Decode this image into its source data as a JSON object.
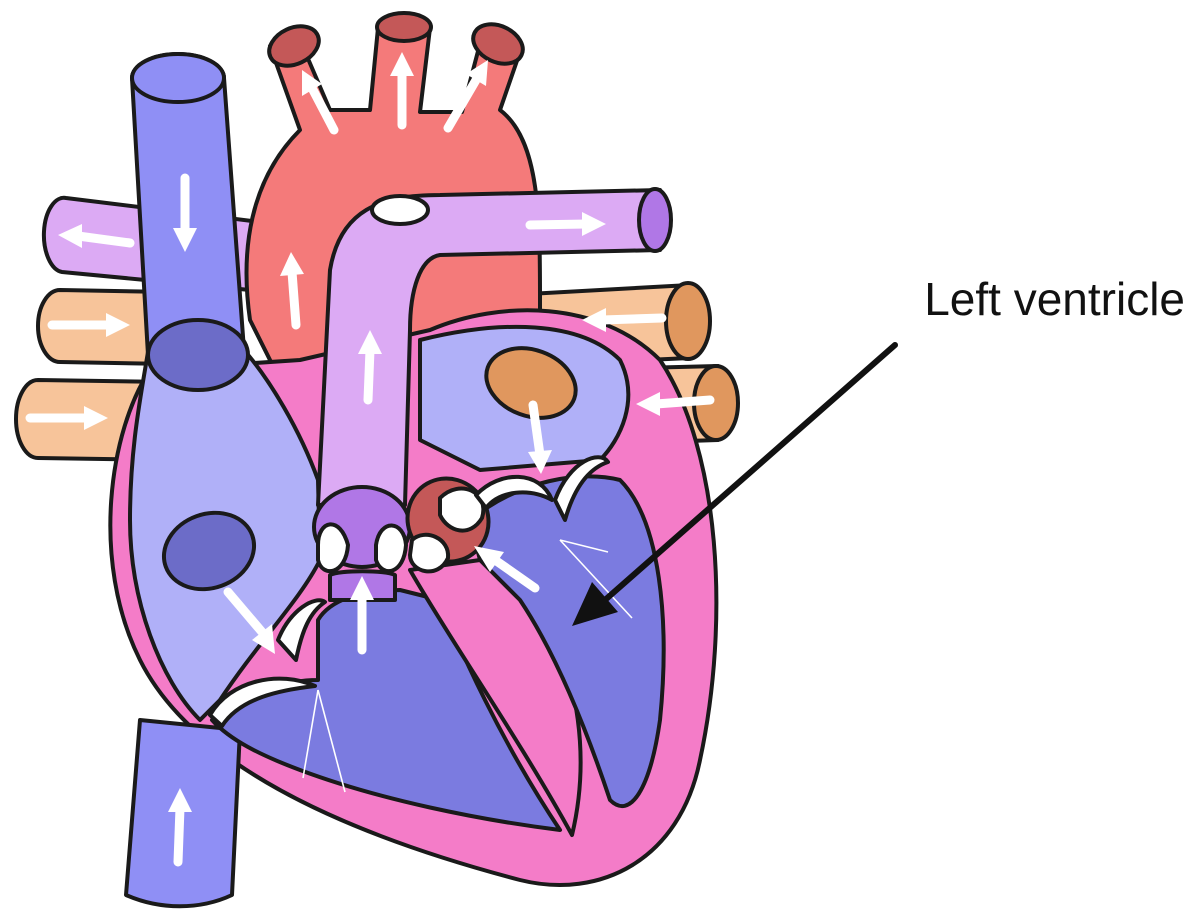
{
  "labels": {
    "left_ventricle": "Left ventricle"
  },
  "colors": {
    "deoxygenated_vessel": "#8f8ff5",
    "right_heart_chamber": "#b0b0f8",
    "ventricle_blood": "#7b7be0",
    "aorta": "#f47a7a",
    "pulmonary_artery": "#dcaaf4",
    "pulmonary_vein": "#f7c49a",
    "myocardium": "#f47cc8",
    "valve": "#ffffff",
    "arrow": "#ffffff",
    "outline": "#1a1a1a"
  },
  "structures": [
    "superior-vena-cava",
    "inferior-vena-cava",
    "aorta",
    "pulmonary-artery",
    "pulmonary-veins",
    "right-atrium",
    "left-atrium",
    "right-ventricle",
    "left-ventricle",
    "septum",
    "tricuspid-valve",
    "pulmonary-valve",
    "aortic-valve",
    "mitral-valve"
  ]
}
